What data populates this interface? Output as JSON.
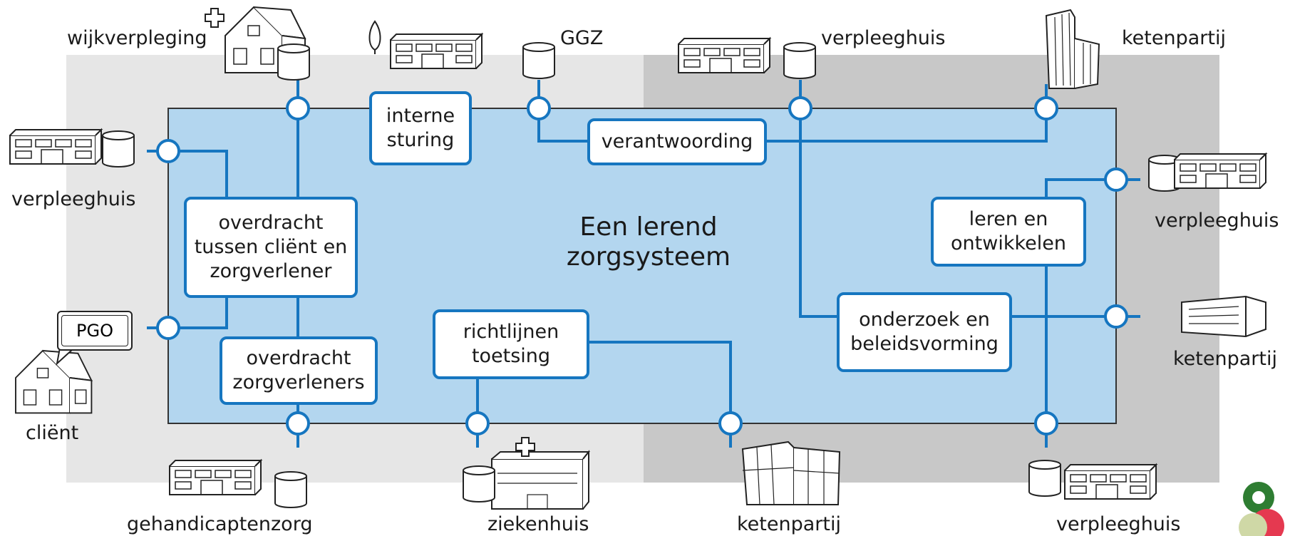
{
  "center_title": "Een lerend\nzorgsysteem",
  "process_boxes": {
    "interne_sturing": "interne\nsturing",
    "verantwoording": "verantwoording",
    "overdracht_client": "overdracht\ntussen cliënt en\nzorgverlener",
    "overdracht_zorgverleners": "overdracht\nzorgverleners",
    "richtlijnen": "richtlijnen\ntoetsing",
    "leren": "leren en\nontwikkelen",
    "onderzoek": "onderzoek en\nbeleidsvorming"
  },
  "party_labels": {
    "wijkverpleging": "wijkverpleging",
    "ggz": "GGZ",
    "verpleeghuis_top": "verpleeghuis",
    "ketenpartij_top": "ketenpartij",
    "verpleeghuis_left": "verpleeghuis",
    "client": "cliënt",
    "pgo": "PGO",
    "verpleeghuis_right": "verpleeghuis",
    "ketenpartij_right": "ketenpartij",
    "gehandicaptenzorg": "gehandicaptenzorg",
    "ziekenhuis": "ziekenhuis",
    "ketenpartij_bottom": "ketenpartij",
    "verpleeghuis_bottom": "verpleeghuis"
  },
  "colors": {
    "panel_left": "#e6e6e6",
    "panel_right": "#c8c8c8",
    "system_fill": "#b3d6ef",
    "network_line": "#1676c0"
  }
}
